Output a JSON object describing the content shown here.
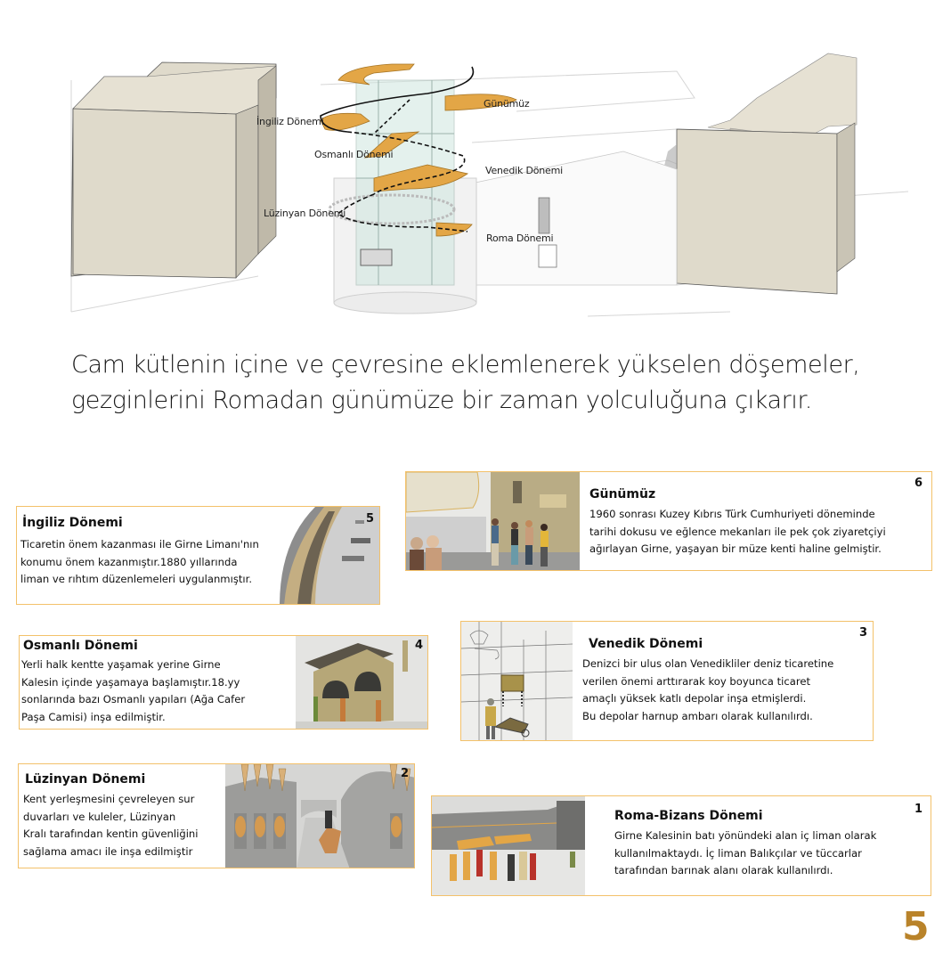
{
  "diagram": {
    "labels": {
      "gunumuz": "Günümüz",
      "ingiliz": "İngiliz Dönemi",
      "osmanli": "Osmanlı Dönemi",
      "venedik": "Venedik Dönemi",
      "luzinyan": "Lüzinyan Dönemi",
      "roma": "Roma Dönemi"
    },
    "colors": {
      "building": "#dfdacb",
      "building_side": "#c9c4b5",
      "floor_slab": "#e3a646",
      "glass": "#cfe6df"
    }
  },
  "caption": {
    "line1": "Cam kütlenin içine ve çevresine eklemlenerek yükselen döşemeler,",
    "line2": "gezginlerini Romadan günümüze bir zaman yolculuğuna çıkarır."
  },
  "periods": [
    {
      "number": "6",
      "title": "Günümüz",
      "text": "1960 sonrası Kuzey Kıbrıs Türk Cumhuriyeti döneminde\ntarihi dokusu ve eğlence mekanları ile pek çok ziyaretçiyi\nağırlayan Girne, yaşayan bir müze kenti haline gelmiştir."
    },
    {
      "number": "5",
      "title": "İngiliz Dönemi",
      "text": "Ticaretin önem kazanması ile Girne Limanı'nın\nkonumu önem kazanmıştır.1880 yıllarında\nliman ve rıhtım düzenlemeleri uygulanmıştır."
    },
    {
      "number": "4",
      "title": "Osmanlı Dönemi",
      "text": "Yerli halk kentte yaşamak yerine Girne\nKalesin içinde yaşamaya başlamıştır.18.yy\nsonlarında bazı Osmanlı yapıları (Ağa Cafer\nPaşa Camisi) inşa edilmiştir."
    },
    {
      "number": "3",
      "title": "Venedik Dönemi",
      "text": " Denizci bir ulus olan Venedikliler deniz ticaretine\nverilen önemi arttırarak koy boyunca ticaret\namaçlı yüksek katlı depolar inşa etmişlerdi.\nBu depolar harnup ambarı olarak kullanılırdı."
    },
    {
      "number": "2",
      "title": "Lüzinyan Dönemi",
      "text": " Kent yerleşmesini çevreleyen sur\nduvarları ve  kuleler, Lüzinyan\nKralı tarafından kentin güvenliğini\nsağlama amacı ile inşa edilmiştir"
    },
    {
      "number": "1",
      "title": "Roma-Bizans Dönemi",
      "text": "Girne Kalesinin batı yönündeki alan iç liman olarak\nkullanılmaktaydı. İç liman  Balıkçılar ve tüccarlar\ntarafından barınak alanı olarak kullanılırdı."
    }
  ],
  "accent_color": "#f3c16a",
  "page_number": "5",
  "page_number_color": "#b9832a"
}
